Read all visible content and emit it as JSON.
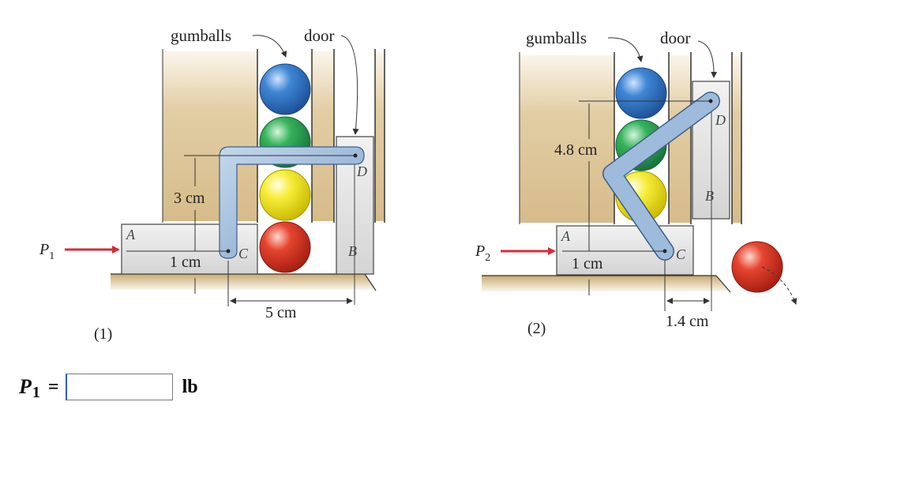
{
  "figure": {
    "fig1": {
      "gumballs_label": "gumballs",
      "door_label": "door",
      "dim_height": "3 cm",
      "dim_arm": "1 cm",
      "dim_width": "5 cm",
      "point_a": "A",
      "point_b": "B",
      "point_c": "C",
      "point_d": "D",
      "force_letter": "P",
      "force_sub": "1",
      "caption": "(1)"
    },
    "fig2": {
      "gumballs_label": "gumballs",
      "door_label": "door",
      "dim_height": "4.8 cm",
      "dim_arm": "1 cm",
      "dim_width": "1.4 cm",
      "point_a": "A",
      "point_b": "B",
      "point_c": "C",
      "point_d": "D",
      "force_letter": "P",
      "force_sub": "2",
      "caption": "(2)"
    },
    "colors": {
      "wall": "#dcc59a",
      "ground": "#d4b985",
      "block": "#e6e6e6",
      "lever": "#8eb0d6",
      "arrow": "#d72b3a",
      "ball_blue": "#2f76c4",
      "ball_green": "#2ea84f",
      "ball_yellow": "#f3e51a",
      "ball_red": "#dd3524"
    }
  },
  "answer": {
    "variable": "P",
    "subscript": "1",
    "equals": "=",
    "value": "",
    "unit": "lb"
  }
}
